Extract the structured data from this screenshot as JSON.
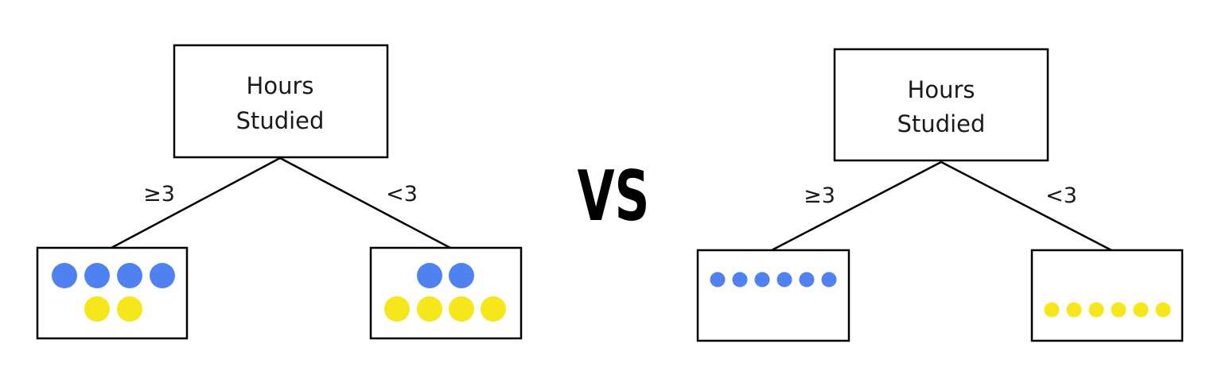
{
  "colors": {
    "blue": "#4f81f1",
    "yellow": "#f6e61c"
  },
  "vs_label": "VS",
  "trees": [
    {
      "root_label_line1": "Hours",
      "root_label_line2": "Studied",
      "left_edge_label": "≥3",
      "right_edge_label": "<3",
      "left_leaf": {
        "blue_count": 4,
        "yellow_count": 2
      },
      "right_leaf": {
        "blue_count": 2,
        "yellow_count": 4
      }
    },
    {
      "root_label_line1": "Hours",
      "root_label_line2": "Studied",
      "left_edge_label": "≥3",
      "right_edge_label": "<3",
      "left_leaf": {
        "blue_count": 6,
        "yellow_count": 0
      },
      "right_leaf": {
        "blue_count": 0,
        "yellow_count": 6
      }
    }
  ]
}
